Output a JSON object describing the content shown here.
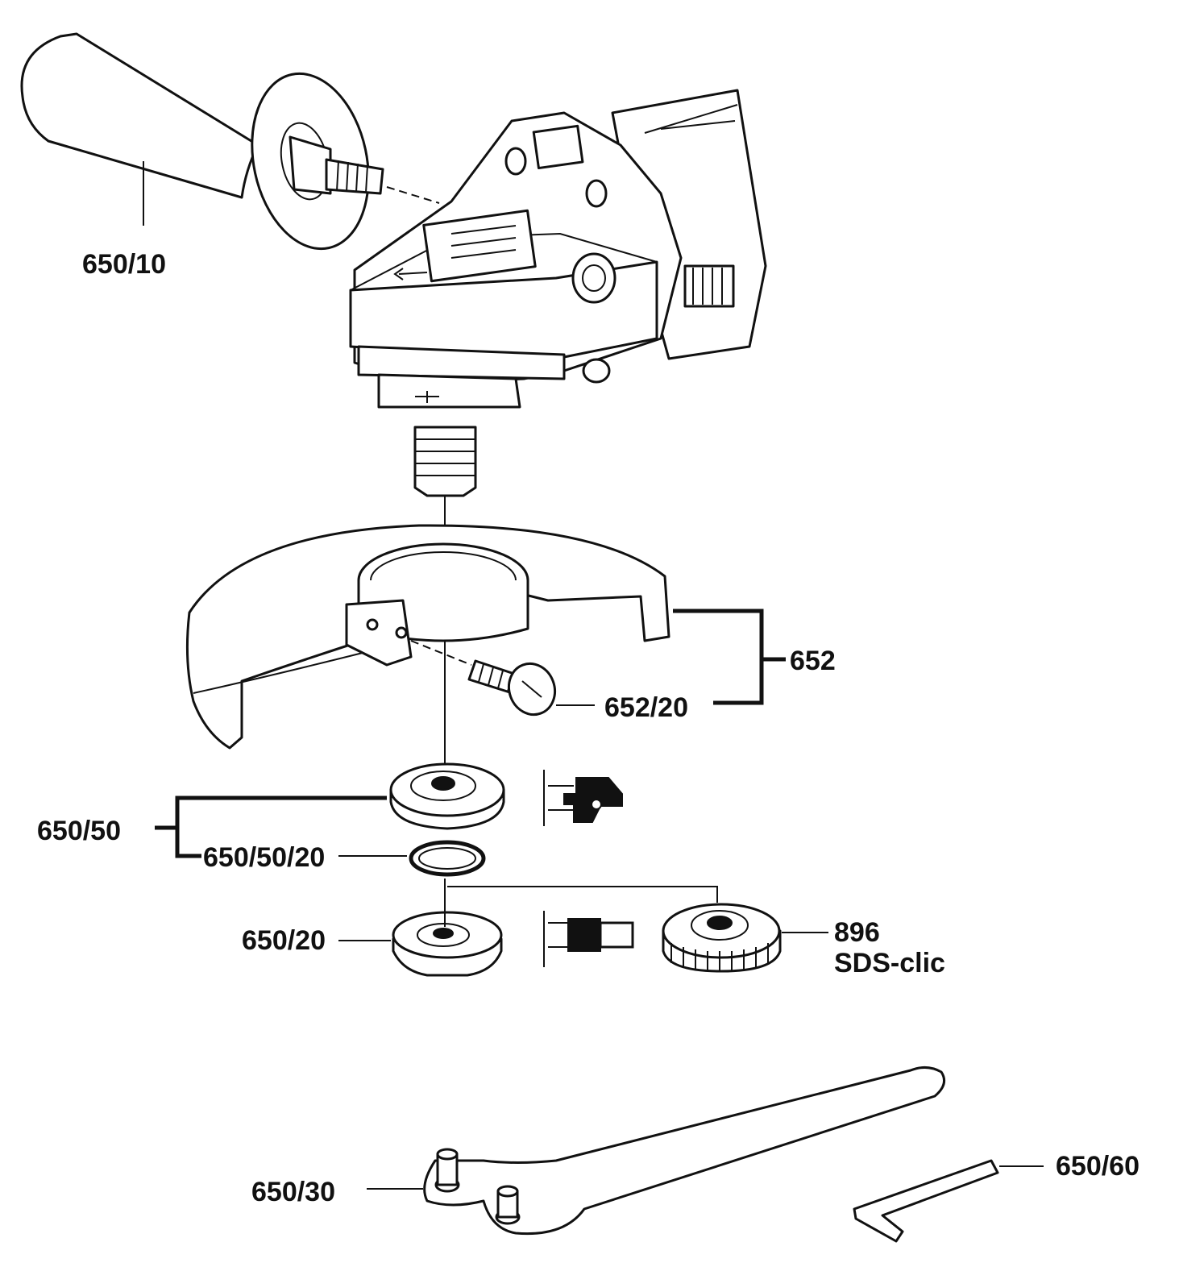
{
  "labels": {
    "side_handle": "650/10",
    "guard": "652",
    "guard_screw": "652/20",
    "clamping_flange": "650/50",
    "o_ring": "650/50/20",
    "mounting_flange": "650/20",
    "quick_nut_number": "896",
    "quick_nut_name": "SDS-clic",
    "pin_wrench": "650/30",
    "hex_key": "650/60"
  },
  "icons": [
    "side-handle-icon",
    "grinder-head-icon",
    "spindle-icon",
    "wheel-guard-icon",
    "guard-screw-icon",
    "clamping-flange-icon",
    "o-ring-icon",
    "mounting-flange-icon",
    "quick-nut-icon",
    "pin-wrench-icon",
    "hex-key-icon",
    "flange-section-icon"
  ],
  "colors": {
    "ink": "#111111",
    "paper": "#ffffff"
  }
}
